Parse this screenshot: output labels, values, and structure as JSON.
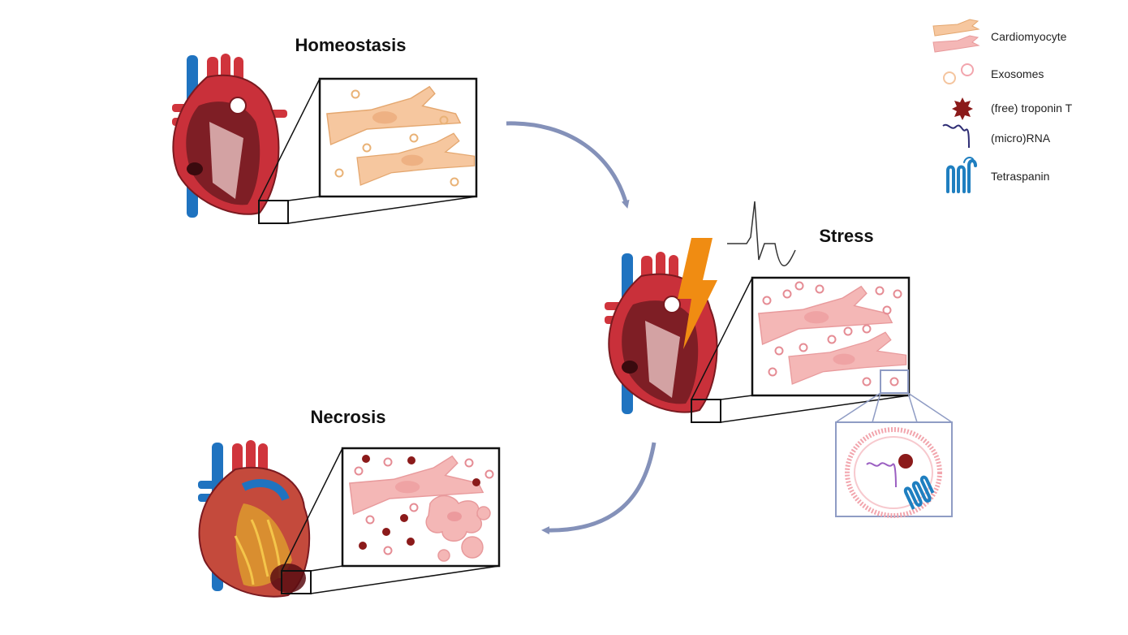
{
  "stages": {
    "homeostasis": "Homeostasis",
    "stress": "Stress",
    "necrosis": "Necrosis"
  },
  "legend": {
    "items": [
      {
        "label": "Cardiomyocyte",
        "icon": "cardiomyocyte-icon"
      },
      {
        "label": "Exosomes",
        "icon": "exosome-icon"
      },
      {
        "label": "(free) troponin T",
        "icon": "troponin-icon"
      },
      {
        "label": "(micro)RNA",
        "icon": "rna-icon"
      },
      {
        "label": "Tetraspanin",
        "icon": "tetraspanin-icon"
      }
    ]
  },
  "colors": {
    "cell_healthy": "#f6c79f",
    "cell_stressed": "#f4b7b6",
    "exosome_healthy": "#e9b276",
    "exosome_stressed": "#e58c94",
    "troponin": "#8b1a1a",
    "rna": "#2e2d74",
    "tetraspanin": "#1f7fc0",
    "arrow": "#8491b9",
    "bolt": "#f08c12",
    "zoom_frame": "#8f9cc4"
  }
}
